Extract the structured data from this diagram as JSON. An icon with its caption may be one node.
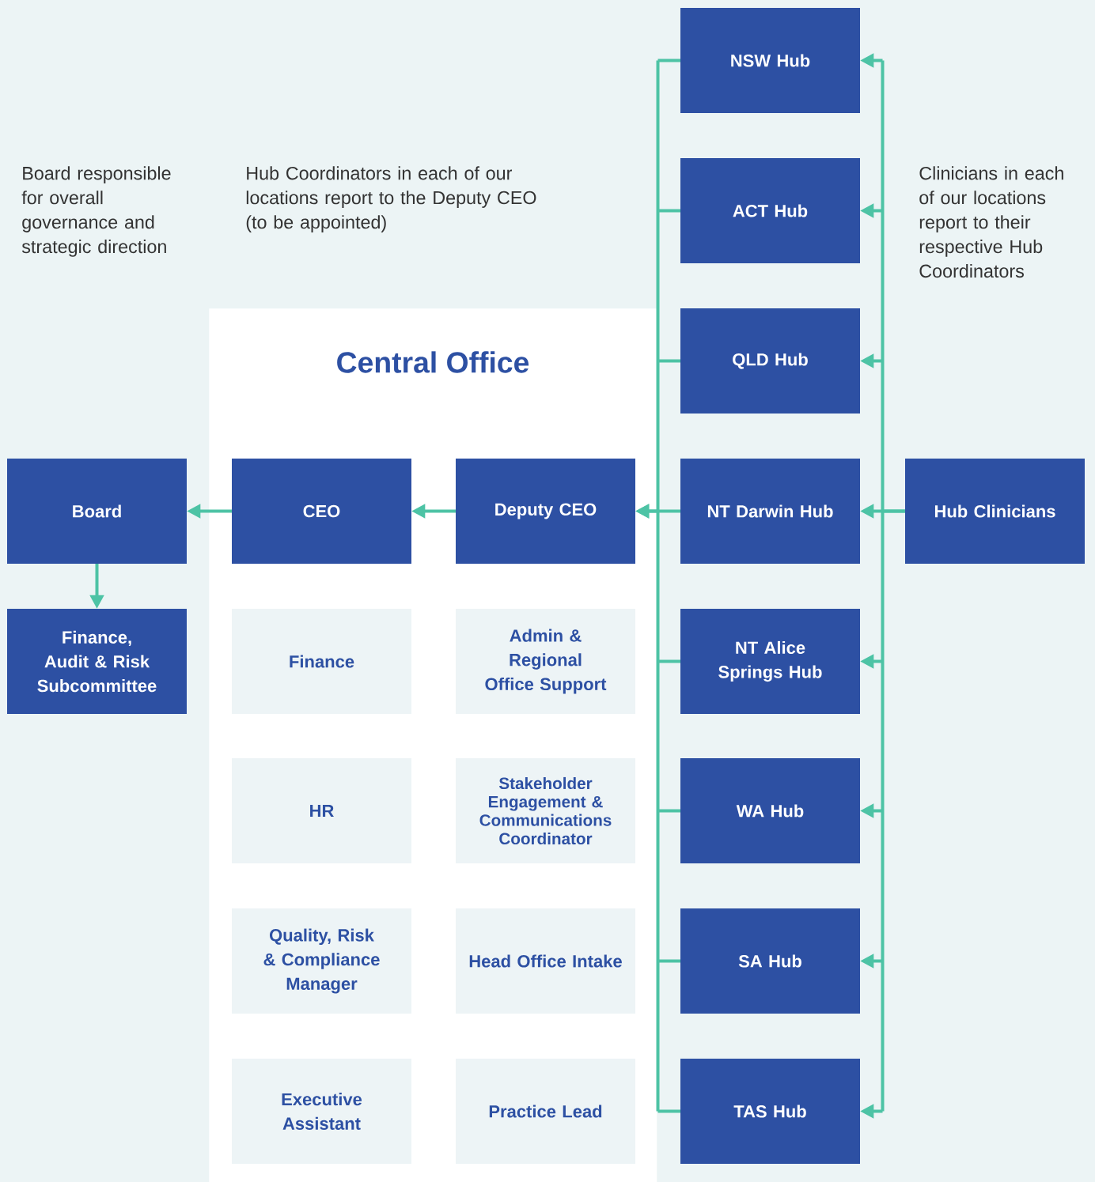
{
  "diagram": {
    "nodes": [
      {
        "text": [
          "Central Office"
        ]
      },
      {
        "text": [
          "Board"
        ]
      },
      {
        "text": [
          "Finance, Audit & Risk Subcommittee"
        ]
      },
      {
        "text": [
          "CEO"
        ],
        "in": 0
      },
      {
        "text": [
          "Deputy CEO"
        ],
        "in": 0
      },
      {
        "text": [
          "Finance"
        ],
        "in": 0
      },
      {
        "text": [
          "Admin & Regional Office Support"
        ],
        "in": 0
      },
      {
        "text": [
          "HR"
        ],
        "in": 0
      },
      {
        "text": [
          "Stakeholder Engagement & Communications Coordinator"
        ],
        "in": 0
      },
      {
        "text": [
          "Quality, Risk & Compliance Manager"
        ],
        "in": 0
      },
      {
        "text": [
          "Head Office Intake"
        ],
        "in": 0
      },
      {
        "text": [
          "Executive Assistant"
        ],
        "in": 0
      },
      {
        "text": [
          "Practice Lead"
        ],
        "in": 0
      },
      {
        "text": [
          "NSW Hub"
        ]
      },
      {
        "text": [
          "ACT Hub"
        ]
      },
      {
        "text": [
          "QLD Hub"
        ]
      },
      {
        "text": [
          "NT Darwin Hub"
        ]
      },
      {
        "text": [
          "NT Alice Springs Hub"
        ]
      },
      {
        "text": [
          "WA Hub"
        ]
      },
      {
        "text": [
          "SA Hub"
        ]
      },
      {
        "text": [
          "TAS Hub"
        ]
      },
      {
        "text": [
          "Hub Clinicians"
        ]
      }
    ],
    "edges": [
      {
        "from": 3,
        "to": 1,
        "arrow": "to"
      },
      {
        "from": 4,
        "to": 3,
        "arrow": "to"
      },
      {
        "from": 1,
        "to": 2,
        "arrow": "to"
      },
      {
        "from": 13,
        "to": 4,
        "arrow": "to"
      },
      {
        "from": 14,
        "to": 4,
        "arrow": "to"
      },
      {
        "from": 15,
        "to": 4,
        "arrow": "to"
      },
      {
        "from": 16,
        "to": 4,
        "arrow": "to"
      },
      {
        "from": 17,
        "to": 4,
        "arrow": "to"
      },
      {
        "from": 18,
        "to": 4,
        "arrow": "to"
      },
      {
        "from": 19,
        "to": 4,
        "arrow": "to"
      },
      {
        "from": 20,
        "to": 4,
        "arrow": "to"
      },
      {
        "from": 21,
        "to": 13,
        "arrow": "to"
      },
      {
        "from": 21,
        "to": 14,
        "arrow": "to"
      },
      {
        "from": 21,
        "to": 15,
        "arrow": "to"
      },
      {
        "from": 21,
        "to": 16,
        "arrow": "to"
      },
      {
        "from": 21,
        "to": 17,
        "arrow": "to"
      },
      {
        "from": 21,
        "to": 18,
        "arrow": "to"
      },
      {
        "from": 21,
        "to": 19,
        "arrow": "to"
      },
      {
        "from": 21,
        "to": 20,
        "arrow": "to"
      }
    ],
    "labels": [
      "Board responsible for overall governance and strategic direction",
      "Hub Coordinators in each of our locations report to the Deputy CEO (to be appointed)",
      "Clinicians in each of our locations report to their respective Hub Coordinators"
    ]
  }
}
